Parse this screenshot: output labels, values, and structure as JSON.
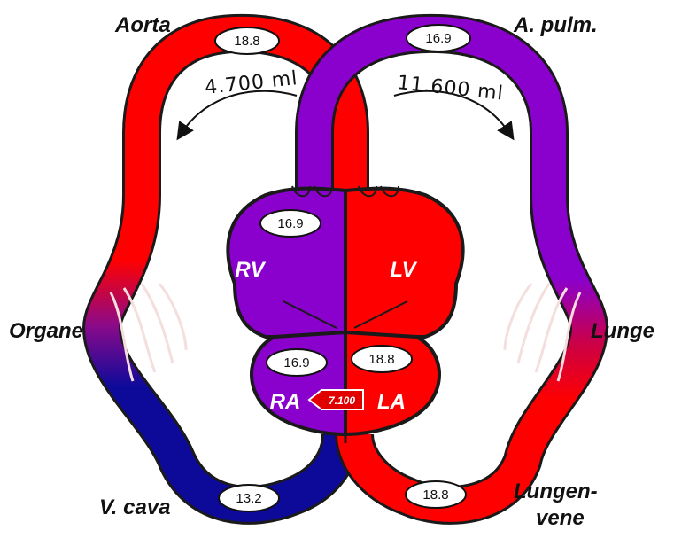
{
  "labels": {
    "aorta": "Aorta",
    "a_pulm": "A. pulm.",
    "organe": "Organe",
    "lunge": "Lunge",
    "v_cava": "V. cava",
    "lungenvene_1": "Lungen-",
    "lungenvene_2": "vene",
    "rv": "RV",
    "lv": "LV",
    "ra": "RA",
    "la": "LA"
  },
  "values": {
    "aorta": "18.8",
    "a_pulm": "16.9",
    "rv": "16.9",
    "ra": "16.9",
    "la": "18.8",
    "v_cava": "13.2",
    "lungenvene": "18.8",
    "shunt": "7.100"
  },
  "volumes": {
    "systemic": "4.700 ml",
    "pulmonary": "11.600 ml"
  },
  "colors": {
    "oxygenated": "#ff0000",
    "mixed": "#8a00cc",
    "deoxygenated": "#0d0a9a",
    "outline": "#1a1a1a"
  }
}
